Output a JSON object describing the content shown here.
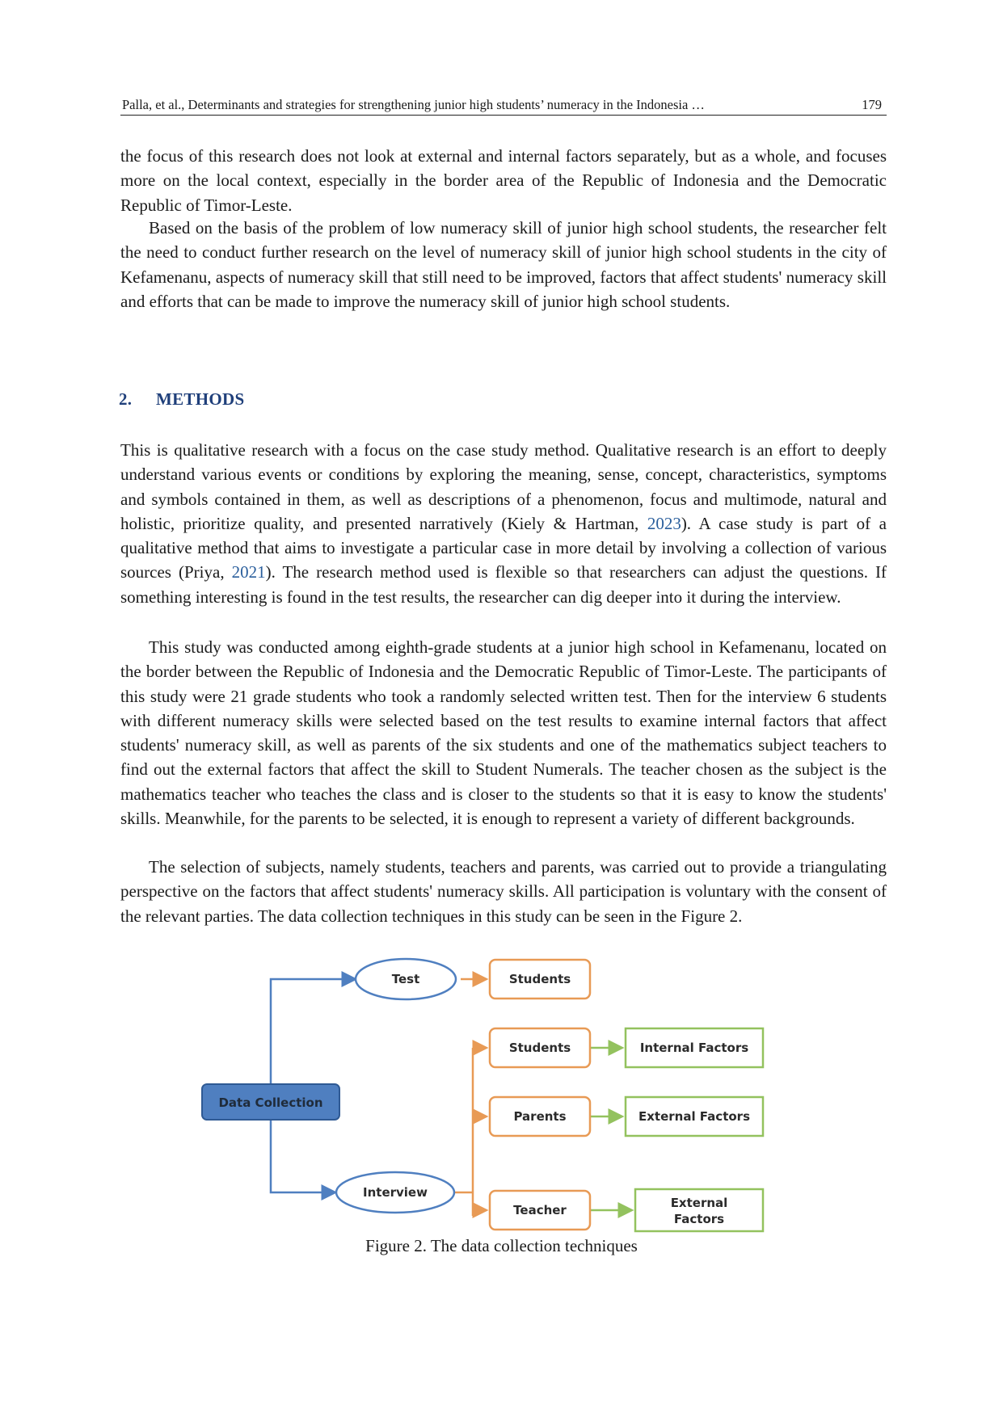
{
  "header": {
    "running_title": "Palla, et al., Determinants and strategies for strengthening junior high students’ numeracy in the Indonesia …",
    "page_number": "179"
  },
  "paragraphs": {
    "p1": "the focus of this research does not look at external and internal factors separately, but as a whole, and focuses more on the local context, especially in the border area of the Republic of Indonesia and the Democratic Republic of Timor-Leste.",
    "p2": "Based on the basis of the problem of low numeracy skill of junior high school students, the researcher felt the need to conduct further research on the level of numeracy skill of junior high school students in the city of Kefamenanu, aspects of numeracy skill that still need to be improved, factors that affect students' numeracy skill and efforts that can be made to improve the numeracy skill of junior high school students.",
    "p3_a": "This is qualitative research with a focus on the case study method. Qualitative research is an effort to deeply understand various events or conditions by exploring the meaning, sense, concept, characteristics, symptoms and symbols contained in them, as well as descriptions of a phenomenon, focus and multimode, natural and holistic, prioritize quality, and presented narratively (Kiely & Hartman, ",
    "p3_cite1": "2023",
    "p3_b": "). A case study is part of a qualitative method that aims to investigate a particular case in more detail by involving a collection of various sources (Priya, ",
    "p3_cite2": "2021",
    "p3_c": "). The research method used is flexible so that researchers can adjust the questions. If something interesting is found in the test results, the researcher can dig deeper into it during the interview.",
    "p4": "This study was conducted among eighth-grade students at a junior high school in Kefamenanu, located on the border between the Republic of Indonesia and the Democratic Republic of Timor-Leste. The participants of this study were 21 grade students who took a randomly selected written test. Then for the interview 6 students with different numeracy skills were selected based on the test results to examine internal factors that affect students' numeracy skill, as well as parents of the six students and one of the mathematics subject teachers to find out the external factors that affect the skill to Student Numerals. The teacher chosen as the subject is the mathematics teacher who teaches the class and is closer to the students so that it is easy to know the students' skills. Meanwhile, for the parents to be selected, it is enough to represent a variety of different backgrounds.",
    "p5": "The selection of subjects, namely students, teachers and parents, was carried out to provide a triangulating perspective on the factors that affect students' numeracy skills. All participation is voluntary with the consent of the relevant parties. The data collection techniques in this study can be seen in the Figure 2."
  },
  "section": {
    "number": "2.",
    "title": "METHODS"
  },
  "figure": {
    "nodes": {
      "root": "Data Collection",
      "test": "Test",
      "interview": "Interview",
      "test_students": "Students",
      "int_students": "Students",
      "int_parents": "Parents",
      "int_teacher": "Teacher",
      "factor_internal": "Internal Factors",
      "factor_external_1": "External Factors",
      "factor_external_2_line1": "External",
      "factor_external_2_line2": "Factors"
    },
    "colors": {
      "root_fill": "#4f7fc0",
      "blue_edge": "#4f7fc0",
      "orange_edge": "#e89a55",
      "green_edge": "#93c25e"
    },
    "caption": "Figure 2. The data collection techniques"
  }
}
